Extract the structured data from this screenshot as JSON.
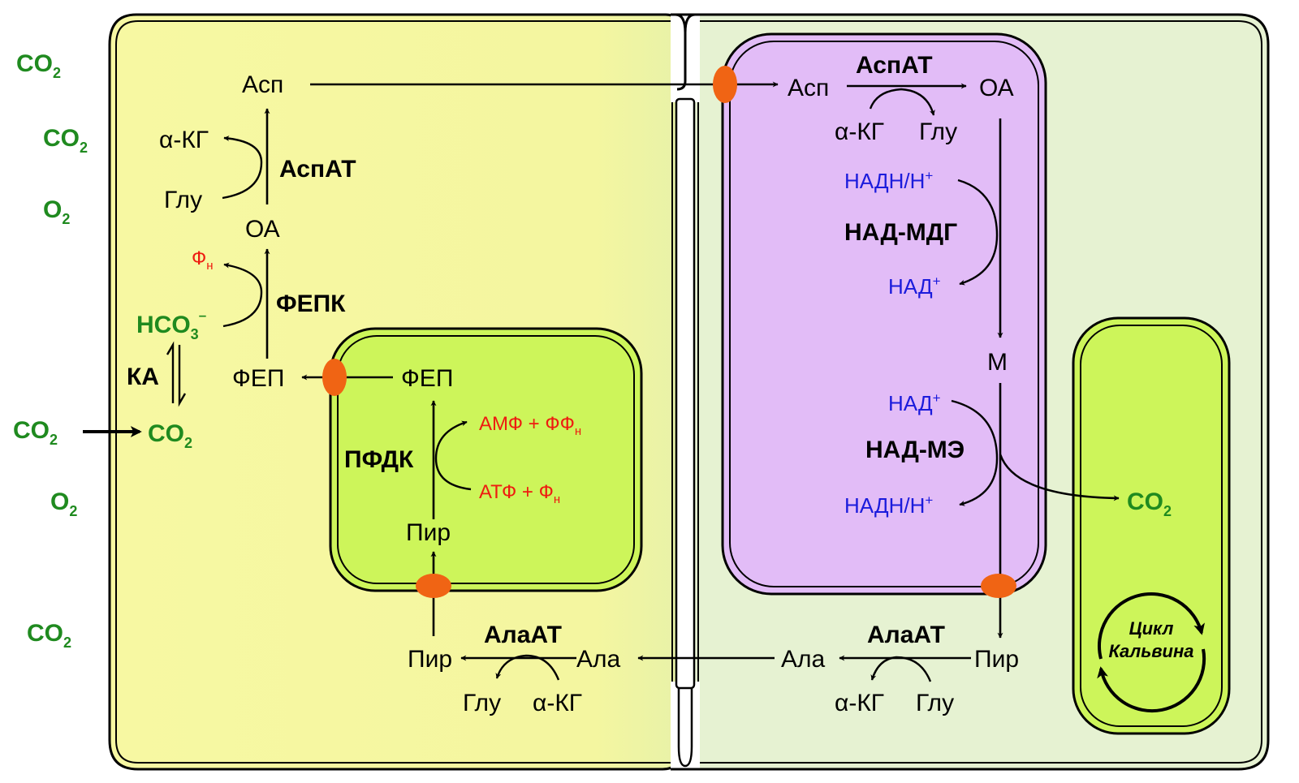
{
  "diagram": {
    "outside": {
      "co2_1": "CO",
      "co2_1_sub": "2",
      "co2_2": "CO",
      "co2_2_sub": "2",
      "o2_1": "O",
      "o2_1_sub": "2",
      "co2_3": "CO",
      "co2_3_sub": "2",
      "o2_2": "O",
      "o2_2_sub": "2",
      "co2_4": "CO",
      "co2_4_sub": "2"
    },
    "mesophyll": {
      "asp": "Асп",
      "a_kg": "α-КГ",
      "glu": "Глу",
      "aspat": "АспАТ",
      "oa": "ОА",
      "fn": "Ф",
      "fn_sub": "н",
      "fepk": "ФЕПК",
      "hco3": "HCO",
      "hco3_sub": "3",
      "hco3_sup": "–",
      "ka": "КА",
      "fep": "ФЕП",
      "co2_in": "CO",
      "co2_in_sub": "2",
      "alaat": "АлаАТ",
      "pir": "Пир",
      "ala": "Ала",
      "glu2": "Глу",
      "a_kg2": "α-КГ"
    },
    "chloroplast_m": {
      "fep": "ФЕП",
      "pfdk": "ПФДК",
      "amf": "АМФ + ФФ",
      "amf_sub": "н",
      "atf": "АТФ + Ф",
      "atf_sub": "н",
      "pir": "Пир"
    },
    "mitochondrion": {
      "asp": "Асп",
      "aspat": "АспАТ",
      "oa": "ОА",
      "a_kg": "α-КГ",
      "glu": "Глу",
      "nadh_1": "НАДН/Н",
      "nadh_1_sup": "+",
      "nad_mdg": "НАД-МДГ",
      "nad_1": "НАД",
      "nad_1_sup": "+",
      "m": "М",
      "nad_2": "НАД",
      "nad_2_sup": "+",
      "nad_me": "НАД-МЭ",
      "nadh_2": "НАДН/Н",
      "nadh_2_sup": "+"
    },
    "bundle_sheath": {
      "co2": "CO",
      "co2_sub": "2",
      "alaat": "АлаАТ",
      "ala": "Ала",
      "pir": "Пир",
      "a_kg": "α-КГ",
      "glu": "Глу",
      "calvin_1": "Цикл",
      "calvin_2": "Кальвина"
    }
  },
  "colors": {
    "mesophyll_fill": "#f6f8a0",
    "bundle_fill": "#e6f2d2",
    "chloroplast_fill": "#cdf55a",
    "mitochondrion_fill": "#e2bcf7",
    "transporter": "#f06414",
    "green_text": "#1f8a1f",
    "red_text": "#ee1b10",
    "blue_text": "#1b1bdc"
  }
}
